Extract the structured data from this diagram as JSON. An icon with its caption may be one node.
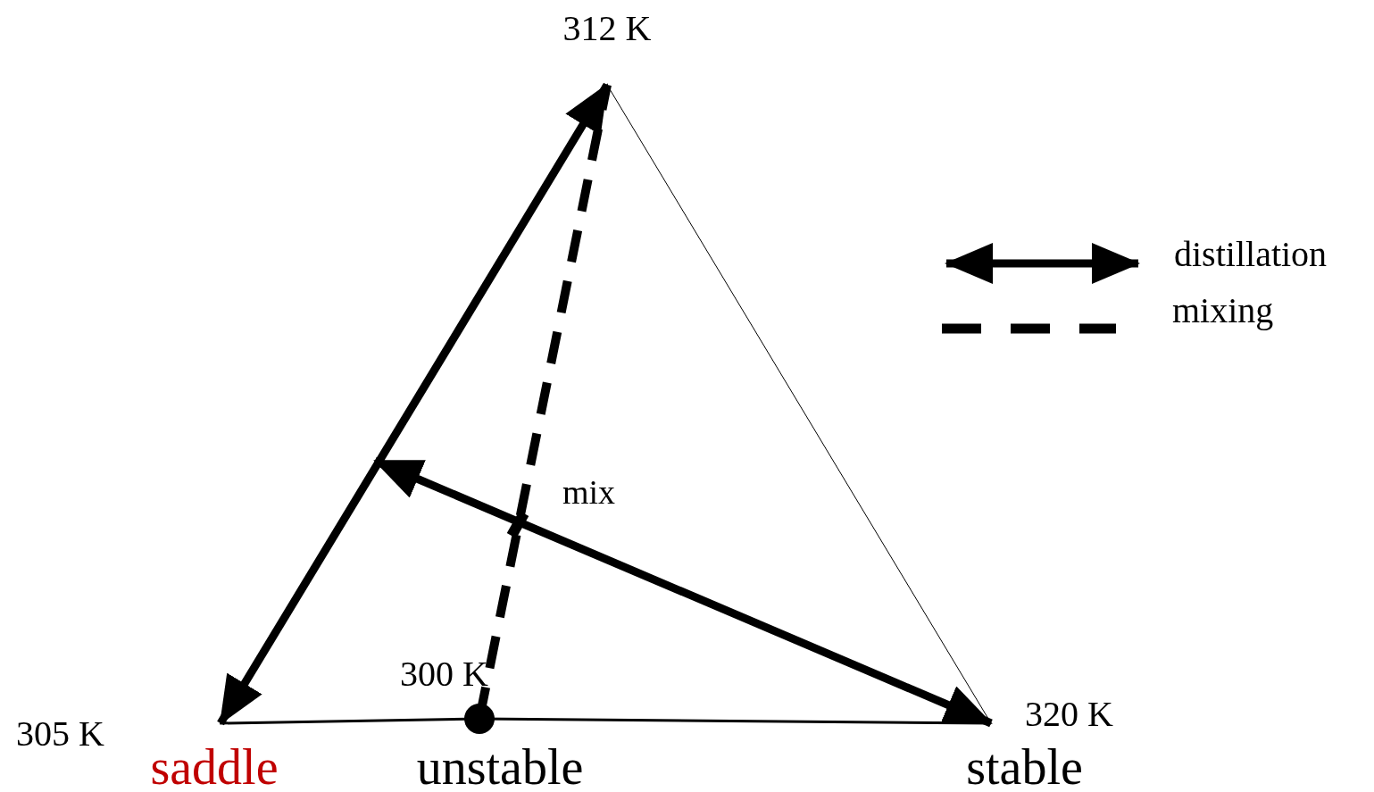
{
  "diagram": {
    "nodes": [
      {
        "text": [
          "312 K"
        ]
      },
      {
        "text": [
          "saddle"
        ],
        "beside": [
          "305 K"
        ]
      },
      {
        "text": [
          "unstable"
        ],
        "beside": [
          "300 K"
        ]
      },
      {
        "text": [
          "stable"
        ],
        "beside": [
          "320 K"
        ]
      }
    ],
    "edges": [
      {
        "from": 1,
        "to": 0,
        "arrow": "both",
        "style": "thick"
      },
      {
        "from": null,
        "to": 3,
        "arrow": "both",
        "style": "thick"
      },
      {
        "from": 2,
        "to": 0,
        "arrow": "other",
        "style": "dashed"
      },
      {
        "from": 0,
        "to": 3,
        "arrow": "none"
      },
      {
        "from": 1,
        "to": 2,
        "arrow": "none"
      },
      {
        "from": 2,
        "to": 3,
        "arrow": "none"
      }
    ],
    "labels": [
      "mix"
    ],
    "legend": [
      {
        "text": "distillation"
      },
      {
        "text": "mixing"
      }
    ]
  }
}
